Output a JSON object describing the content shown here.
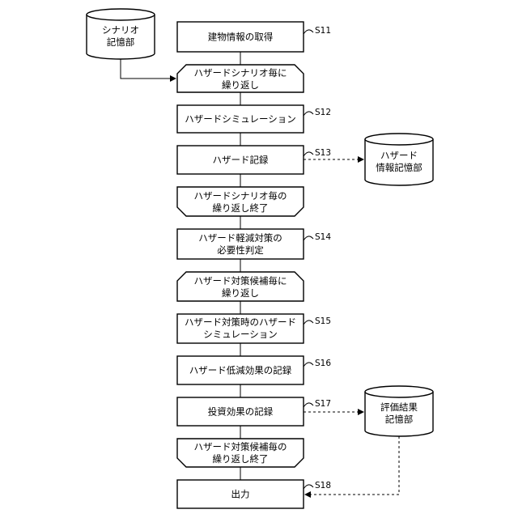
{
  "process": {
    "s11": {
      "label": "建物情報の取得",
      "step": "S11"
    },
    "loop1_start": {
      "line1": "ハザードシナリオ毎に",
      "line2": "繰り返し"
    },
    "s12": {
      "label": "ハザードシミュレーション",
      "step": "S12"
    },
    "s13": {
      "label": "ハザード記録",
      "step": "S13"
    },
    "loop1_end": {
      "line1": "ハザードシナリオ毎の",
      "line2": "繰り返し終了"
    },
    "s14": {
      "line1": "ハザード軽減対策の",
      "line2": "必要性判定",
      "step": "S14"
    },
    "loop2_start": {
      "line1": "ハザード対策候補毎に",
      "line2": "繰り返し"
    },
    "s15": {
      "line1": "ハザード対策時のハザード",
      "line2": "シミュレーション",
      "step": "S15"
    },
    "s16": {
      "label": "ハザード低減効果の記録",
      "step": "S16"
    },
    "s17": {
      "label": "投資効果の記録",
      "step": "S17"
    },
    "loop2_end": {
      "line1": "ハザード対策候補毎の",
      "line2": "繰り返し終了"
    },
    "s18": {
      "label": "出力",
      "step": "S18"
    }
  },
  "storage": {
    "scenario": {
      "line1": "シナリオ",
      "line2": "記憶部"
    },
    "hazard_info": {
      "line1": "ハザード",
      "line2": "情報記憶部"
    },
    "evaluation": {
      "line1": "評価結果",
      "line2": "記憶部"
    }
  }
}
